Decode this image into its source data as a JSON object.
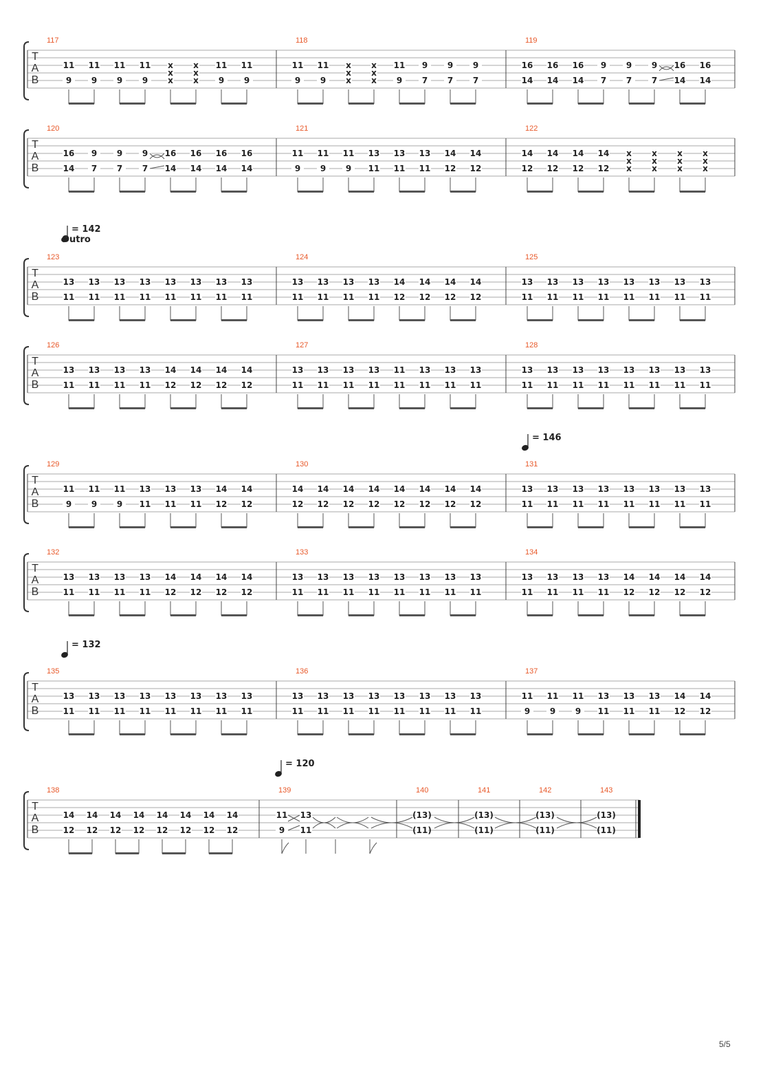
{
  "document": {
    "page_number": "5/5"
  },
  "tab_label": [
    "T",
    "A",
    "B"
  ],
  "systems": [
    {
      "measures": [
        {
          "number": "117",
          "notes": [
            [
              "11",
              "9"
            ],
            [
              "11",
              "9"
            ],
            [
              "11",
              "9"
            ],
            [
              "11",
              "9"
            ],
            [
              "x",
              "x",
              "x"
            ],
            [
              "x",
              "x",
              "x"
            ],
            [
              "11",
              "9"
            ],
            [
              "11",
              "9"
            ]
          ]
        },
        {
          "number": "118",
          "notes": [
            [
              "11",
              "9"
            ],
            [
              "11",
              "9"
            ],
            [
              "x",
              "x",
              "x"
            ],
            [
              "x",
              "x",
              "x"
            ],
            [
              "11",
              "9"
            ],
            [
              "9",
              "7"
            ],
            [
              "9",
              "7"
            ],
            [
              "9",
              "7"
            ]
          ]
        },
        {
          "number": "119",
          "notes": [
            [
              "16",
              "14"
            ],
            [
              "16",
              "14"
            ],
            [
              "16",
              "14"
            ],
            [
              "9",
              "7"
            ],
            [
              "9",
              "7"
            ],
            [
              "9",
              "7"
            ],
            [
              "16",
              "14"
            ],
            [
              "16",
              "14"
            ]
          ]
        }
      ]
    },
    {
      "measures": [
        {
          "number": "120",
          "notes": [
            [
              "16",
              "14"
            ],
            [
              "9",
              "7"
            ],
            [
              "9",
              "7"
            ],
            [
              "9",
              "7"
            ],
            [
              "16",
              "14"
            ],
            [
              "16",
              "14"
            ],
            [
              "16",
              "14"
            ],
            [
              "16",
              "14"
            ]
          ]
        },
        {
          "number": "121",
          "notes": [
            [
              "11",
              "9"
            ],
            [
              "11",
              "9"
            ],
            [
              "11",
              "9"
            ],
            [
              "13",
              "11"
            ],
            [
              "13",
              "11"
            ],
            [
              "13",
              "11"
            ],
            [
              "14",
              "12"
            ],
            [
              "14",
              "12"
            ]
          ]
        },
        {
          "number": "122",
          "notes": [
            [
              "14",
              "12"
            ],
            [
              "14",
              "12"
            ],
            [
              "14",
              "12"
            ],
            [
              "14",
              "12"
            ],
            [
              "x",
              "x",
              "x"
            ],
            [
              "x",
              "x",
              "x"
            ],
            [
              "x",
              "x",
              "x"
            ],
            [
              "x",
              "x",
              "x"
            ]
          ]
        }
      ]
    },
    {
      "tempo": {
        "bpm": "= 142"
      },
      "section": "Outro",
      "measures": [
        {
          "number": "123",
          "notes": [
            [
              "13",
              "11"
            ],
            [
              "13",
              "11"
            ],
            [
              "13",
              "11"
            ],
            [
              "13",
              "11"
            ],
            [
              "13",
              "11"
            ],
            [
              "13",
              "11"
            ],
            [
              "13",
              "11"
            ],
            [
              "13",
              "11"
            ]
          ]
        },
        {
          "number": "124",
          "notes": [
            [
              "13",
              "11"
            ],
            [
              "13",
              "11"
            ],
            [
              "13",
              "11"
            ],
            [
              "13",
              "11"
            ],
            [
              "14",
              "12"
            ],
            [
              "14",
              "12"
            ],
            [
              "14",
              "12"
            ],
            [
              "14",
              "12"
            ]
          ]
        },
        {
          "number": "125",
          "notes": [
            [
              "13",
              "11"
            ],
            [
              "13",
              "11"
            ],
            [
              "13",
              "11"
            ],
            [
              "13",
              "11"
            ],
            [
              "13",
              "11"
            ],
            [
              "13",
              "11"
            ],
            [
              "13",
              "11"
            ],
            [
              "13",
              "11"
            ]
          ]
        }
      ]
    },
    {
      "measures": [
        {
          "number": "126",
          "notes": [
            [
              "13",
              "11"
            ],
            [
              "13",
              "11"
            ],
            [
              "13",
              "11"
            ],
            [
              "13",
              "11"
            ],
            [
              "14",
              "12"
            ],
            [
              "14",
              "12"
            ],
            [
              "14",
              "12"
            ],
            [
              "14",
              "12"
            ]
          ]
        },
        {
          "number": "127",
          "notes": [
            [
              "13",
              "11"
            ],
            [
              "13",
              "11"
            ],
            [
              "13",
              "11"
            ],
            [
              "13",
              "11"
            ],
            [
              "11",
              "11"
            ],
            [
              "13",
              "11"
            ],
            [
              "13",
              "11"
            ],
            [
              "13",
              "11"
            ]
          ]
        },
        {
          "number": "128",
          "notes": [
            [
              "13",
              "11"
            ],
            [
              "13",
              "11"
            ],
            [
              "13",
              "11"
            ],
            [
              "13",
              "11"
            ],
            [
              "13",
              "11"
            ],
            [
              "13",
              "11"
            ],
            [
              "13",
              "11"
            ],
            [
              "13",
              "11"
            ]
          ]
        }
      ]
    },
    {
      "tempo": {
        "bpm": "= 146",
        "measure": 2
      },
      "measures": [
        {
          "number": "129",
          "notes": [
            [
              "11",
              "9"
            ],
            [
              "11",
              "9"
            ],
            [
              "11",
              "9"
            ],
            [
              "13",
              "11"
            ],
            [
              "13",
              "11"
            ],
            [
              "13",
              "11"
            ],
            [
              "14",
              "12"
            ],
            [
              "14",
              "12"
            ]
          ]
        },
        {
          "number": "130",
          "notes": [
            [
              "14",
              "12"
            ],
            [
              "14",
              "12"
            ],
            [
              "14",
              "12"
            ],
            [
              "14",
              "12"
            ],
            [
              "14",
              "12"
            ],
            [
              "14",
              "12"
            ],
            [
              "14",
              "12"
            ],
            [
              "14",
              "12"
            ]
          ]
        },
        {
          "number": "131",
          "notes": [
            [
              "13",
              "11"
            ],
            [
              "13",
              "11"
            ],
            [
              "13",
              "11"
            ],
            [
              "13",
              "11"
            ],
            [
              "13",
              "11"
            ],
            [
              "13",
              "11"
            ],
            [
              "13",
              "11"
            ],
            [
              "13",
              "11"
            ]
          ]
        }
      ]
    },
    {
      "measures": [
        {
          "number": "132",
          "notes": [
            [
              "13",
              "11"
            ],
            [
              "13",
              "11"
            ],
            [
              "13",
              "11"
            ],
            [
              "13",
              "11"
            ],
            [
              "14",
              "12"
            ],
            [
              "14",
              "12"
            ],
            [
              "14",
              "12"
            ],
            [
              "14",
              "12"
            ]
          ]
        },
        {
          "number": "133",
          "notes": [
            [
              "13",
              "11"
            ],
            [
              "13",
              "11"
            ],
            [
              "13",
              "11"
            ],
            [
              "13",
              "11"
            ],
            [
              "13",
              "11"
            ],
            [
              "13",
              "11"
            ],
            [
              "13",
              "11"
            ],
            [
              "13",
              "11"
            ]
          ]
        },
        {
          "number": "134",
          "notes": [
            [
              "13",
              "11"
            ],
            [
              "13",
              "11"
            ],
            [
              "13",
              "11"
            ],
            [
              "13",
              "11"
            ],
            [
              "14",
              "12"
            ],
            [
              "14",
              "12"
            ],
            [
              "14",
              "12"
            ],
            [
              "14",
              "12"
            ]
          ]
        }
      ]
    },
    {
      "tempo": {
        "bpm": "= 132"
      },
      "measures": [
        {
          "number": "135",
          "notes": [
            [
              "13",
              "11"
            ],
            [
              "13",
              "11"
            ],
            [
              "13",
              "11"
            ],
            [
              "13",
              "11"
            ],
            [
              "13",
              "11"
            ],
            [
              "13",
              "11"
            ],
            [
              "13",
              "11"
            ],
            [
              "13",
              "11"
            ]
          ]
        },
        {
          "number": "136",
          "notes": [
            [
              "13",
              "11"
            ],
            [
              "13",
              "11"
            ],
            [
              "13",
              "11"
            ],
            [
              "13",
              "11"
            ],
            [
              "13",
              "11"
            ],
            [
              "13",
              "11"
            ],
            [
              "13",
              "11"
            ],
            [
              "13",
              "11"
            ]
          ]
        },
        {
          "number": "137",
          "notes": [
            [
              "11",
              "9"
            ],
            [
              "11",
              "9"
            ],
            [
              "11",
              "9"
            ],
            [
              "13",
              "11"
            ],
            [
              "13",
              "11"
            ],
            [
              "13",
              "11"
            ],
            [
              "14",
              "12"
            ],
            [
              "14",
              "12"
            ]
          ]
        }
      ]
    },
    {
      "tempo": {
        "bpm": "= 120",
        "measure": 1
      },
      "final": true,
      "measures": [
        {
          "number": "138",
          "notes": [
            [
              "14",
              "12"
            ],
            [
              "14",
              "12"
            ],
            [
              "14",
              "12"
            ],
            [
              "14",
              "12"
            ],
            [
              "14",
              "12"
            ],
            [
              "14",
              "12"
            ],
            [
              "14",
              "12"
            ],
            [
              "14",
              "12"
            ]
          ]
        },
        {
          "number": "139",
          "notes": [
            [
              "11",
              "9"
            ],
            [
              "13",
              "11"
            ]
          ]
        },
        {
          "number": "140",
          "notes": [
            [
              "(13)",
              "(11)"
            ]
          ]
        },
        {
          "number": "141",
          "notes": [
            [
              "(13)",
              "(11)"
            ]
          ]
        },
        {
          "number": "142",
          "notes": [
            [
              "(13)",
              "(11)"
            ]
          ]
        },
        {
          "number": "143",
          "notes": [
            [
              "(13)",
              "(11)"
            ]
          ]
        }
      ]
    }
  ]
}
